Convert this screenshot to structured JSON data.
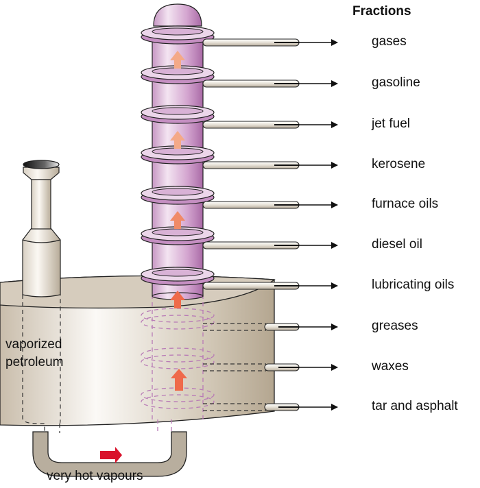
{
  "title": "Fractions",
  "fractions": [
    {
      "name": "gases",
      "inside_tank": false
    },
    {
      "name": "gasoline",
      "inside_tank": false
    },
    {
      "name": "jet fuel",
      "inside_tank": false
    },
    {
      "name": "kerosene",
      "inside_tank": false
    },
    {
      "name": "furnace oils",
      "inside_tank": false
    },
    {
      "name": "diesel oil",
      "inside_tank": false
    },
    {
      "name": "lubricating oils",
      "inside_tank": false
    },
    {
      "name": "greases",
      "inside_tank": true
    },
    {
      "name": "waxes",
      "inside_tank": true
    },
    {
      "name": "tar and asphalt",
      "inside_tank": true
    }
  ],
  "labels": {
    "vaporized_line1": "vaporized",
    "vaporized_line2": "petroleum",
    "hot_vapours": "very hot vapours"
  },
  "colors": {
    "column": "#c98fc4",
    "column_dark": "#a868a6",
    "tank": "#cfc4b4",
    "tank_dark": "#b0a490",
    "pipe": "#b8ae9e",
    "arrow_up_light": "#f4a988",
    "arrow_up_dark": "#ef6a4a",
    "arrow_hot": "#d9122b",
    "outline": "#222222"
  }
}
